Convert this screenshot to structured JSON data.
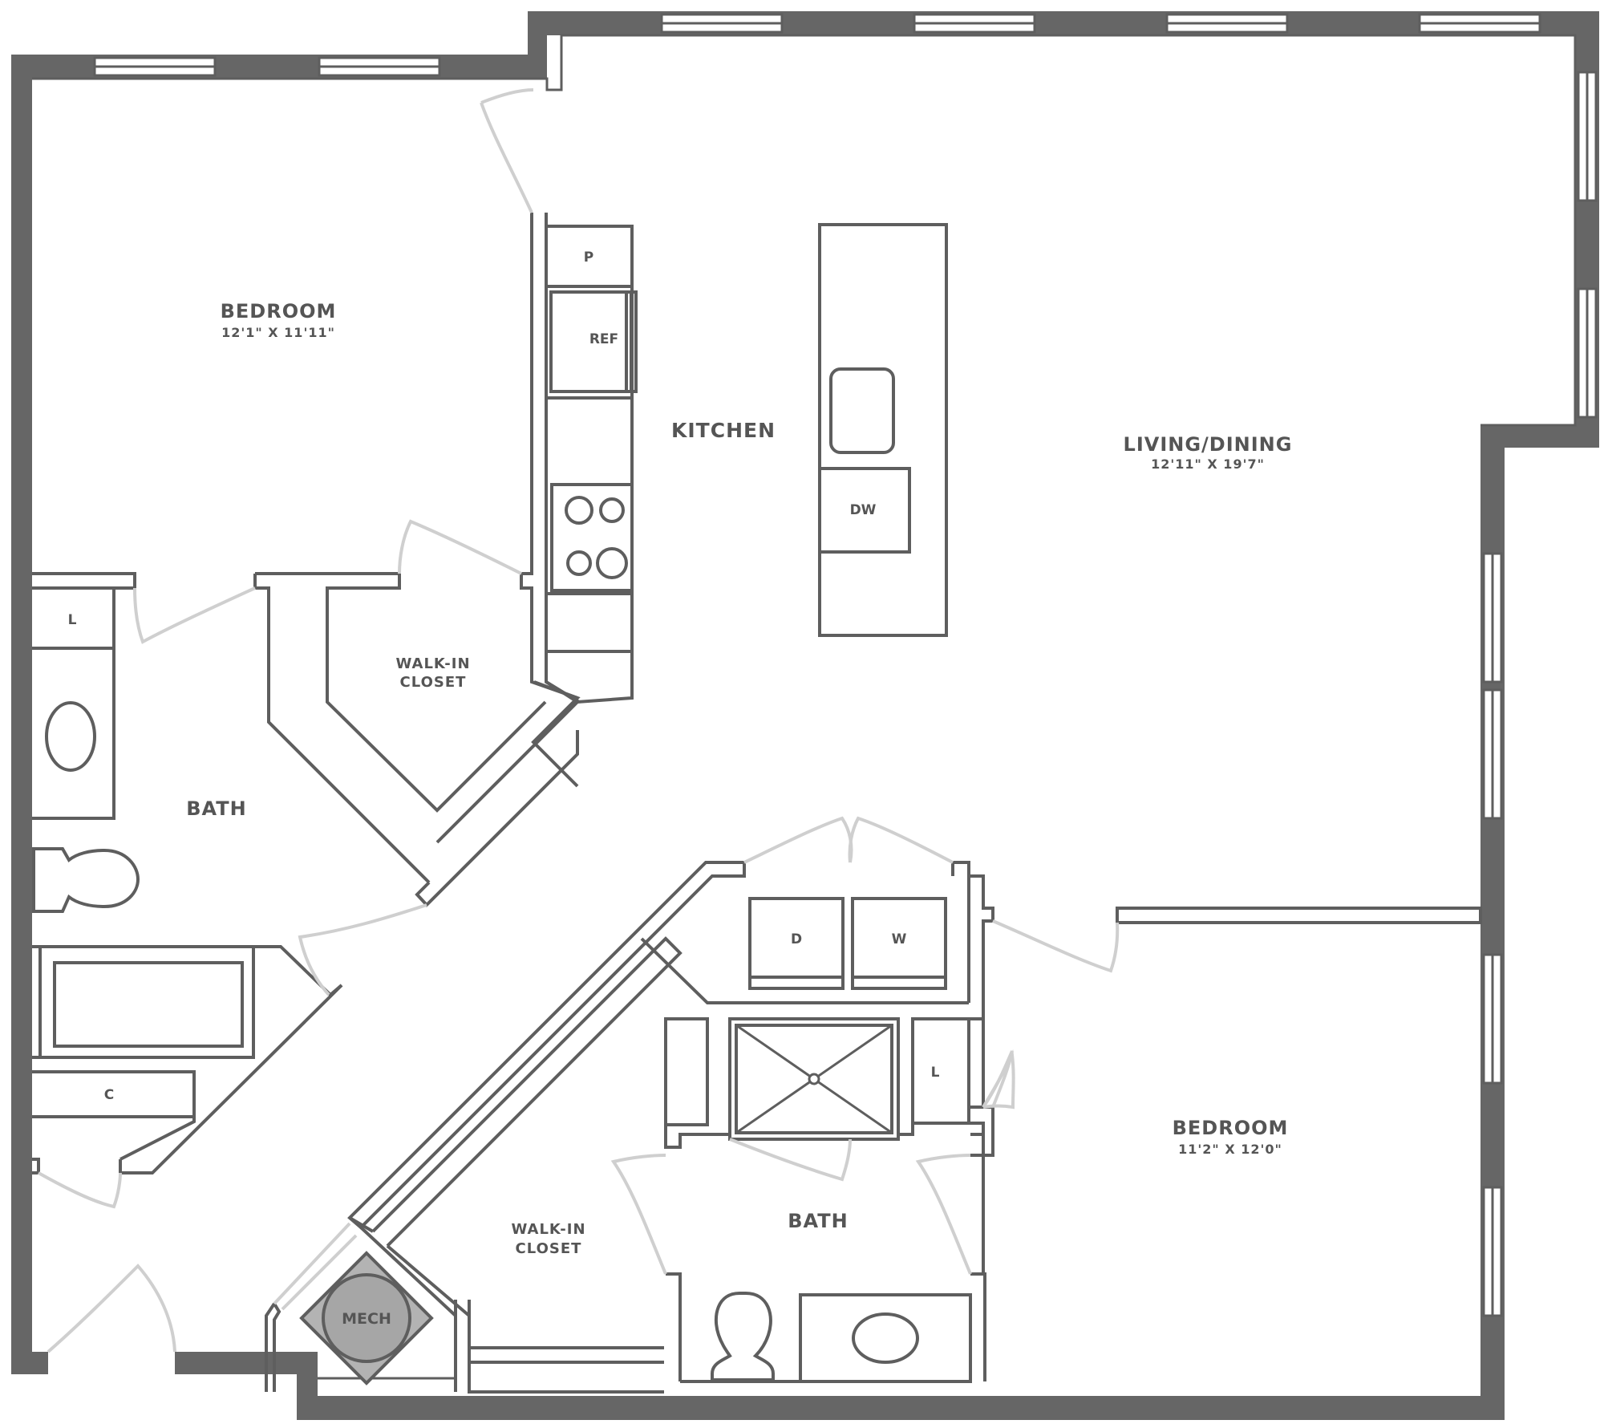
{
  "rooms": {
    "bedroom_1": {
      "name": "BEDROOM",
      "dims": "12'1\"  X  11'11\""
    },
    "kitchen": {
      "name": "KITCHEN"
    },
    "living_dining": {
      "name": "LIVING/DINING",
      "dims": "12'11\"  X  19'7\""
    },
    "walk_in_closet_1": {
      "line1": "WALK-IN",
      "line2": "CLOSET"
    },
    "bath_1": {
      "name": "BATH"
    },
    "bedroom_2": {
      "name": "BEDROOM",
      "dims": "11'2\"  X  12'0\""
    },
    "walk_in_closet_2": {
      "line1": "WALK-IN",
      "line2": "CLOSET"
    },
    "bath_2": {
      "name": "BATH"
    }
  },
  "fixtures": {
    "pantry": "P",
    "refrigerator": "REF",
    "dishwasher": "DW",
    "linen_1": "L",
    "coat_closet": "C",
    "dryer": "D",
    "washer": "W",
    "linen_2": "L",
    "mech": "MECH"
  },
  "colors": {
    "wall": "#666666",
    "line": "#5e5e5e",
    "door_swing": "#cfcfcf",
    "mech_fill": "#a6a6a6",
    "text": "#555555"
  }
}
